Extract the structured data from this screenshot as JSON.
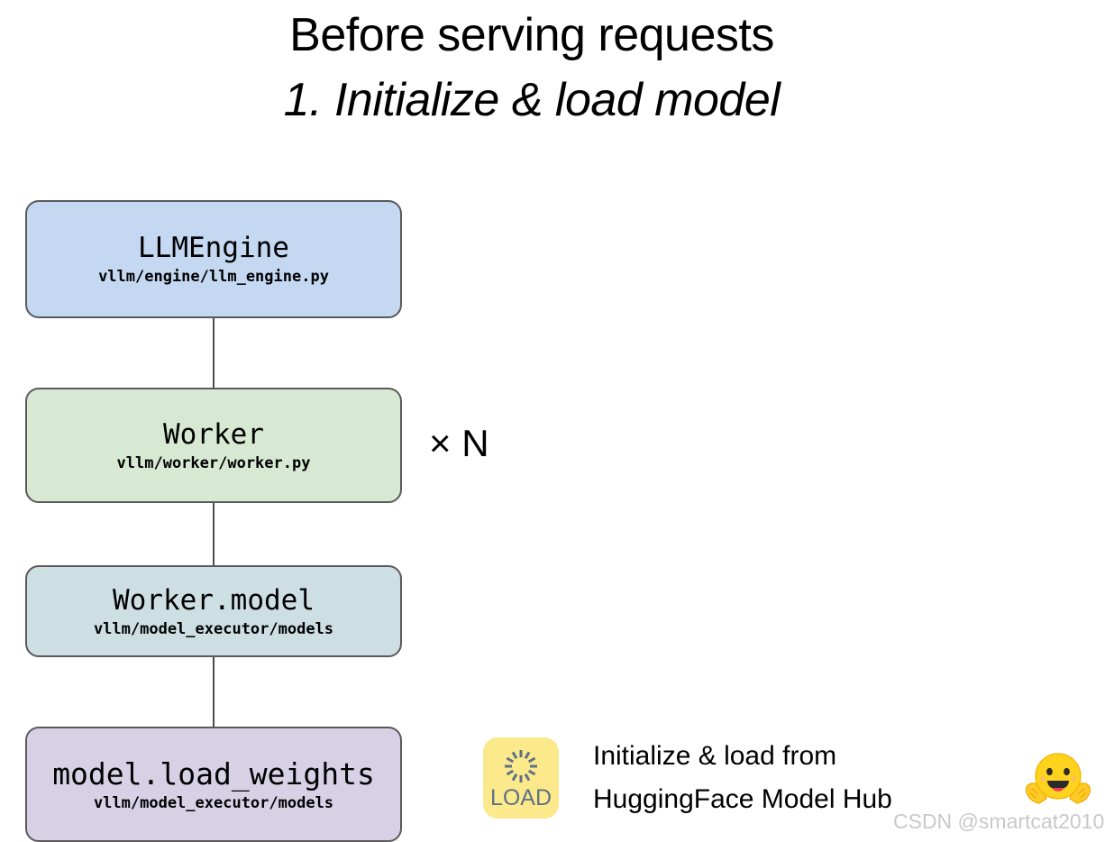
{
  "title": {
    "line1": "Before serving requests",
    "line2": "1. Initialize & load model"
  },
  "flow": {
    "multiplier_label": "× N",
    "nodes": [
      {
        "name": "LLMEngine",
        "path": "vllm/engine/llm_engine.py",
        "color": "#c5d8f2"
      },
      {
        "name": "Worker",
        "path": "vllm/worker/worker.py",
        "color": "#d7e9d2"
      },
      {
        "name": "Worker.model",
        "path": "vllm/model_executor/models",
        "color": "#cedfe3"
      },
      {
        "name": "model.load_weights",
        "path": "vllm/model_executor/models",
        "color": "#d8d1e6"
      }
    ]
  },
  "legend": {
    "icon_label": "LOAD",
    "icon_color": "#fce98c",
    "icon_text_color": "#5f7284",
    "caption_line1": "Initialize & load from",
    "caption_line2": "HuggingFace Model Hub"
  },
  "watermark": {
    "text": "CSDN @smartcat2010",
    "color": "#c9c9c9"
  }
}
